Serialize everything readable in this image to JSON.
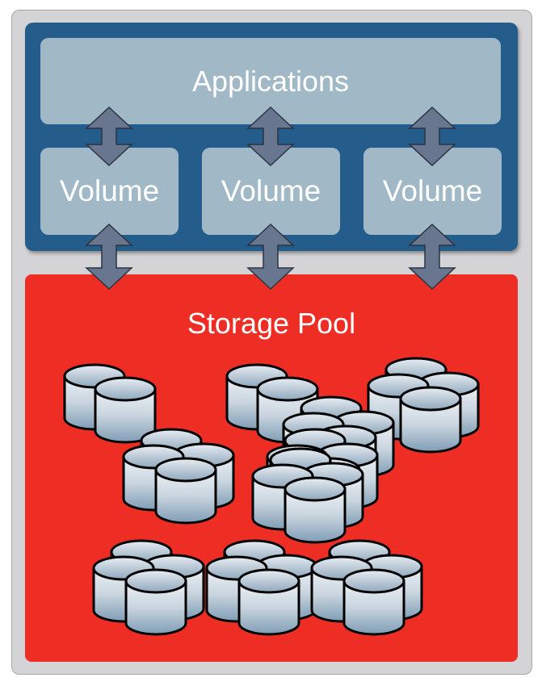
{
  "applications": {
    "label": "Applications"
  },
  "volumes": [
    {
      "label": "Volume"
    },
    {
      "label": "Volume"
    },
    {
      "label": "Volume"
    }
  ],
  "storage_pool": {
    "label": "Storage Pool"
  },
  "colors": {
    "outer": "#d4d4d6",
    "layer": "#245d8b",
    "box": "#a1b8c6",
    "pool": "#ee2e24",
    "arrow": "#69768f"
  },
  "icons": {
    "arrow": "double-arrow-icon",
    "disk": "disk-cylinder-icon"
  }
}
